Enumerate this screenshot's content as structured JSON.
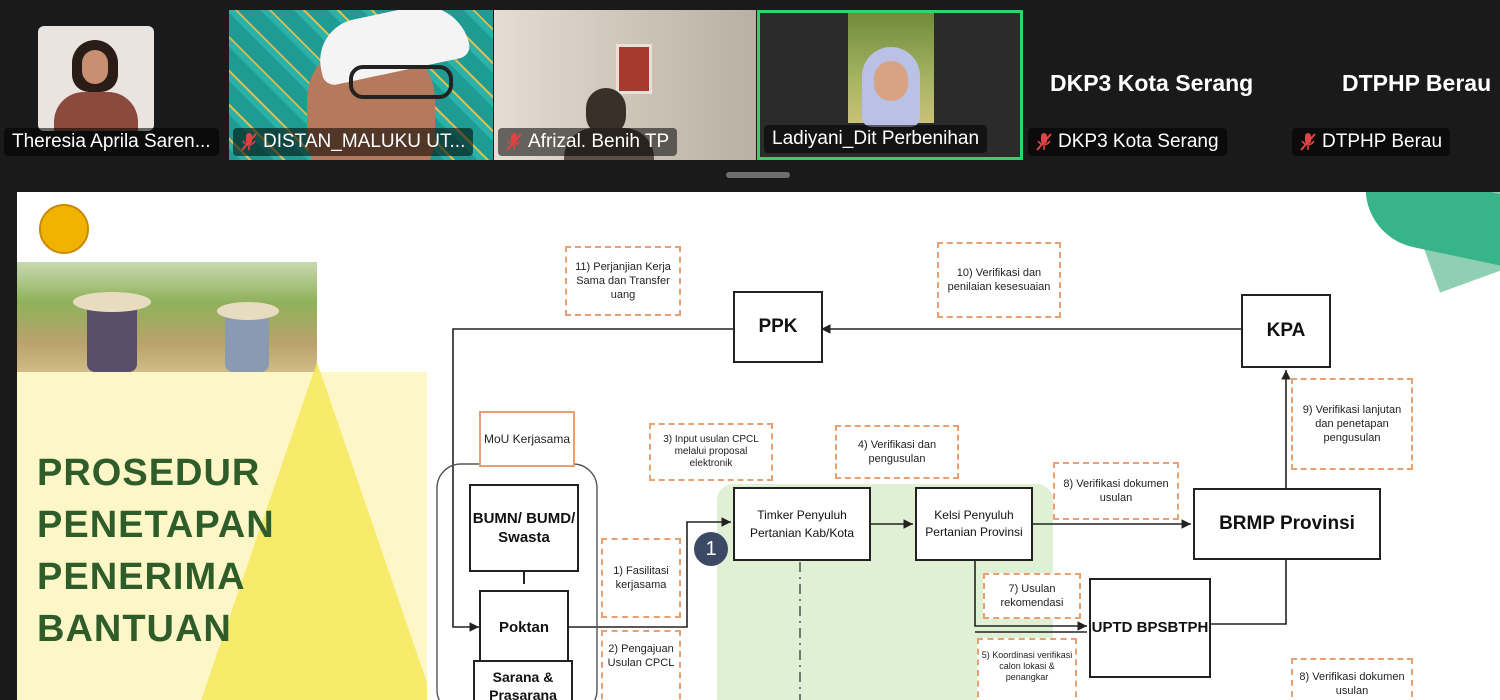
{
  "participants": [
    {
      "name": "Theresia Aprila Saren...",
      "muted": false
    },
    {
      "name": "DISTAN_MALUKU UT...",
      "muted": true
    },
    {
      "name": "Afrizal. Benih TP",
      "muted": true
    },
    {
      "name": "Ladiyani_Dit Perbenihan",
      "muted": false,
      "active_speaker": true
    },
    {
      "name": "DKP3 Kota Serang",
      "muted": true,
      "video": false
    },
    {
      "name": "DTPHP Berau",
      "muted": true,
      "video": false
    }
  ],
  "nonvideo_titles": [
    "DKP3 Kota Serang",
    "DTPHP Berau"
  ],
  "colors": {
    "active_speaker_border": "#2bd66a",
    "title_green": "#2f5d2a",
    "note_border": "#e8a072"
  },
  "slide": {
    "title_lines": [
      "PROSEDUR",
      "PENETAPAN",
      "PENERIMA",
      "BANTUAN"
    ],
    "boxes": {
      "ppk": "PPK",
      "kpa": "KPA",
      "bumn": "BUMN/ BUMD/ Swasta",
      "poktan": "Poktan",
      "sarana": "Sarana & Prasarana",
      "timker": "Timker Penyuluh Pertanian Kab/Kota",
      "kelsi": "Kelsi Penyuluh Pertanian Provinsi",
      "brmp": "BRMP Provinsi",
      "uptd": "UPTD BPSBTPH"
    },
    "notes": {
      "n11": "11) Perjanjian Kerja Sama dan Transfer uang",
      "n10": "10) Verifikasi dan penilaian kesesuaian",
      "n9": "9) Verifikasi lanjutan dan penetapan pengusulan",
      "mou": "MoU Kerjasama",
      "n3": "3) Input usulan CPCL melalui proposal elektronik",
      "n4": "4) Verifikasi dan pengusulan",
      "n8a": "8) Verifikasi dokumen usulan",
      "n1": "1) Fasilitasi kerjasama",
      "n7": "7) Usulan rekomendasi",
      "n2": "2) Pengajuan Usulan CPCL",
      "n5": "5) Koordinasi verifikasi calon lokasi & penangkar",
      "n8b": "8) Verifikasi dokumen usulan"
    },
    "step_badge": "1"
  }
}
